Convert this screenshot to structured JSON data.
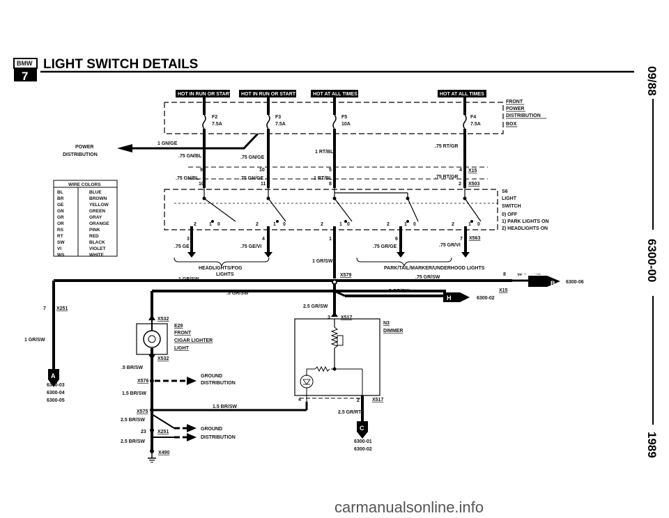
{
  "header": {
    "logo_text": "BMW",
    "section_number": "7",
    "title": "LIGHT SWITCH DETAILS"
  },
  "side_labels": {
    "date": "09/88",
    "page": "6300-00",
    "year": "1989"
  },
  "watermark": "carmanualsonline.info",
  "hot_labels": [
    "HOT IN RUN OR START",
    "HOT IN RUN OR START",
    "HOT AT ALL TIMES",
    "HOT AT ALL TIMES"
  ],
  "fuses": [
    {
      "name": "F2",
      "rating": "7.5A"
    },
    {
      "name": "F3",
      "rating": "7.5A"
    },
    {
      "name": "F5",
      "rating": "10A"
    },
    {
      "name": "F4",
      "rating": "7.5A"
    }
  ],
  "fuse_box_label": [
    "FRONT",
    "POWER",
    "DISTRIBUTION",
    "BOX"
  ],
  "power_distribution": [
    "POWER",
    "DISTRIBUTION"
  ],
  "wire_labels": {
    "gnge_1": "1 GN/GE",
    "gnbl_75": ".75 GN/BL",
    "gnge_75": ".75 GN/GE",
    "rtbl_1a": "1 RT/BL",
    "rtgr_75a": ".75 RT/GR",
    "gnbl_75b": ".75 GN/BL",
    "gnge_75b": ".75 GN/GE",
    "rtbl_1b": "1 RT/BL",
    "rtgr_75b": ".75 RT/GR",
    "ge_75": ".75 GE",
    "gevi_75": ".75 GE/VI",
    "grge_75": ".75 GR/GE",
    "grvi_75": ".75 GR/VI",
    "grsw_1a": "1 GR/SW",
    "grsw_1b": "1 GR/SW",
    "grsw_1c": "1 GR/SW",
    "grsw_75a": ".75 GR/SW",
    "grsw_75b": ".75 GR/SW",
    "grsw_5a": ".5 GR/SW",
    "grsw_5b": ".5 GR/SW",
    "grsw_25": "2.5 GR/SW",
    "brsw_5": ".5 BR/SW",
    "brsw_15a": "1.5 BR/SW",
    "brsw_15b": "1.5 BR/SW",
    "brsw_25a": "2.5 BR/SW",
    "brsw_25b": "2.5 BR/SW",
    "grrt_25": "2.5 GR/RT"
  },
  "pins": {
    "p9": "9",
    "p10a": "10",
    "p10b": "10",
    "p11": "11",
    "p5": "5",
    "p8": "8",
    "p4a": "4",
    "p2a": "2",
    "p3a": "3",
    "p4b": "4",
    "p1": "1",
    "p6": "6",
    "p7a": "7",
    "p7b": "7",
    "p8b": "8",
    "p3b": "3",
    "p4c": "4",
    "p2b": "2",
    "p23": "23"
  },
  "connectors": {
    "x15a": "X15",
    "x503": "X503",
    "x563": "X563",
    "x579": "X579",
    "x15b": "X15",
    "x251a": "X251",
    "x532a": "X532",
    "x532b": "X532",
    "x576": "X576",
    "x575": "X575",
    "x251b": "X251",
    "x490": "X490",
    "x517a": "X517",
    "x517b": "X517"
  },
  "wire_colors_table": {
    "title": "WIRE COLORS",
    "rows": [
      [
        "BL",
        "BLUE"
      ],
      [
        "BR",
        "BROWN"
      ],
      [
        "GE",
        "YELLOW"
      ],
      [
        "GN",
        "GREEN"
      ],
      [
        "GR",
        "GRAY"
      ],
      [
        "OR",
        "ORANGE"
      ],
      [
        "RS",
        "PINK"
      ],
      [
        "RT",
        "RED"
      ],
      [
        "SW",
        "BLACK"
      ],
      [
        "VI",
        "VIOLET"
      ],
      [
        "WS",
        "WHITE"
      ]
    ]
  },
  "switch_label": [
    "S6",
    "LIGHT",
    "SWITCH",
    "0) OFF",
    "1) PARK LIGHTS ON",
    "2) HEADLIGHTS ON"
  ],
  "switch_positions": [
    "2",
    "1",
    "0",
    "2",
    "1",
    "0",
    "2",
    "1",
    "0",
    "2",
    "1",
    "0",
    "2",
    "1",
    "0"
  ],
  "group_labels": {
    "headlights": [
      "HEADLIGHTS/FOG",
      "LIGHTS"
    ],
    "park": "PARK/TAIL/MARKER/UNDERHOOD LIGHTS"
  },
  "arrow_labels": {
    "A": "A",
    "B": "B",
    "C": "C",
    "H": "H"
  },
  "refs": {
    "b": "6300-06",
    "h": "6300-02",
    "a": [
      "6300-03",
      "6300-04",
      "6300-05"
    ],
    "c": [
      "6300-01",
      "6300-02"
    ]
  },
  "cigar_lighter": [
    "E29",
    "FRONT",
    "CIGAR LIGHTER",
    "LIGHT"
  ],
  "dimmer": [
    "N3",
    "DIMMER"
  ],
  "ground": [
    "GROUND",
    "DISTRIBUTION"
  ]
}
